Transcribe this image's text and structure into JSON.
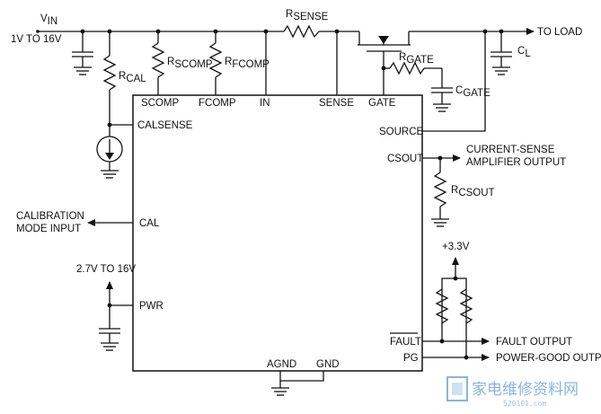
{
  "pins": {
    "scomp": "SCOMP",
    "fcomp": "FCOMP",
    "in": "IN",
    "sense": "SENSE",
    "gate": "GATE",
    "calsense": "CALSENSE",
    "source": "SOURCE",
    "csout": "CSOUT",
    "cal": "CAL",
    "pwr": "PWR",
    "fault": "FAULT",
    "pg": "PG",
    "agnd": "AGND",
    "gnd": "GND"
  },
  "labels": {
    "vin_main": "V",
    "vin_sub": "IN",
    "vin_range": "1V TO 16V",
    "to_load": "TO LOAD",
    "rsense_main": "R",
    "rsense_sub": "SENSE",
    "rcal_main": "R",
    "rcal_sub": "CAL",
    "rscomp_main": "R",
    "rscomp_sub": "SCOMP",
    "rfcomp_main": "R",
    "rfcomp_sub": "FCOMP",
    "rgate_main": "R",
    "rgate_sub": "GATE",
    "cgate_main": "C",
    "cgate_sub": "GATE",
    "cl_main": "C",
    "cl_sub": "L",
    "rcsout_main": "R",
    "rcsout_sub": "CSOUT",
    "csa_line1": "CURRENT-SENSE",
    "csa_line2": "AMPLIFIER OUTPUT",
    "cal_line1": "CALIBRATION",
    "cal_line2": "MODE INPUT",
    "pwr_range": "2.7V TO 16V",
    "supply_33": "+3.3V",
    "fault_output": "FAULT OUTPUT",
    "pg_output": "POWER-GOOD OUTPUT"
  },
  "watermark": {
    "text": "家电维修资料网",
    "url": "520101.com"
  }
}
